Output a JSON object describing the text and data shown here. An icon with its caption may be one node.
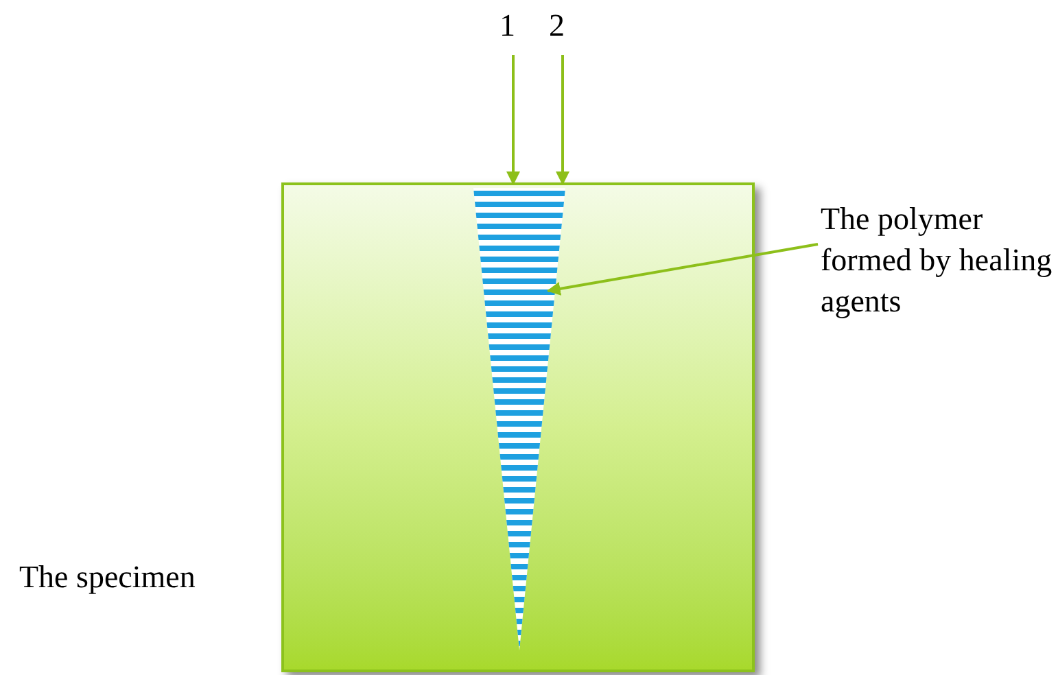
{
  "diagram": {
    "nodes": [
      {
        "text": [
          "1"
        ]
      },
      {
        "text": [
          "2"
        ]
      },
      {
        "text": [],
        "shape": "box",
        "beside": [
          "The specimen"
        ]
      },
      {
        "text": [],
        "shape": "picture",
        "in": 2
      },
      {
        "text": [
          "The polymer formed by healing agents"
        ]
      }
    ],
    "edges": [
      {
        "from": 0,
        "to": 3,
        "arrow": "to"
      },
      {
        "from": 1,
        "to": 3,
        "arrow": "to"
      },
      {
        "from": 4,
        "to": 3,
        "arrow": "to"
      }
    ]
  }
}
